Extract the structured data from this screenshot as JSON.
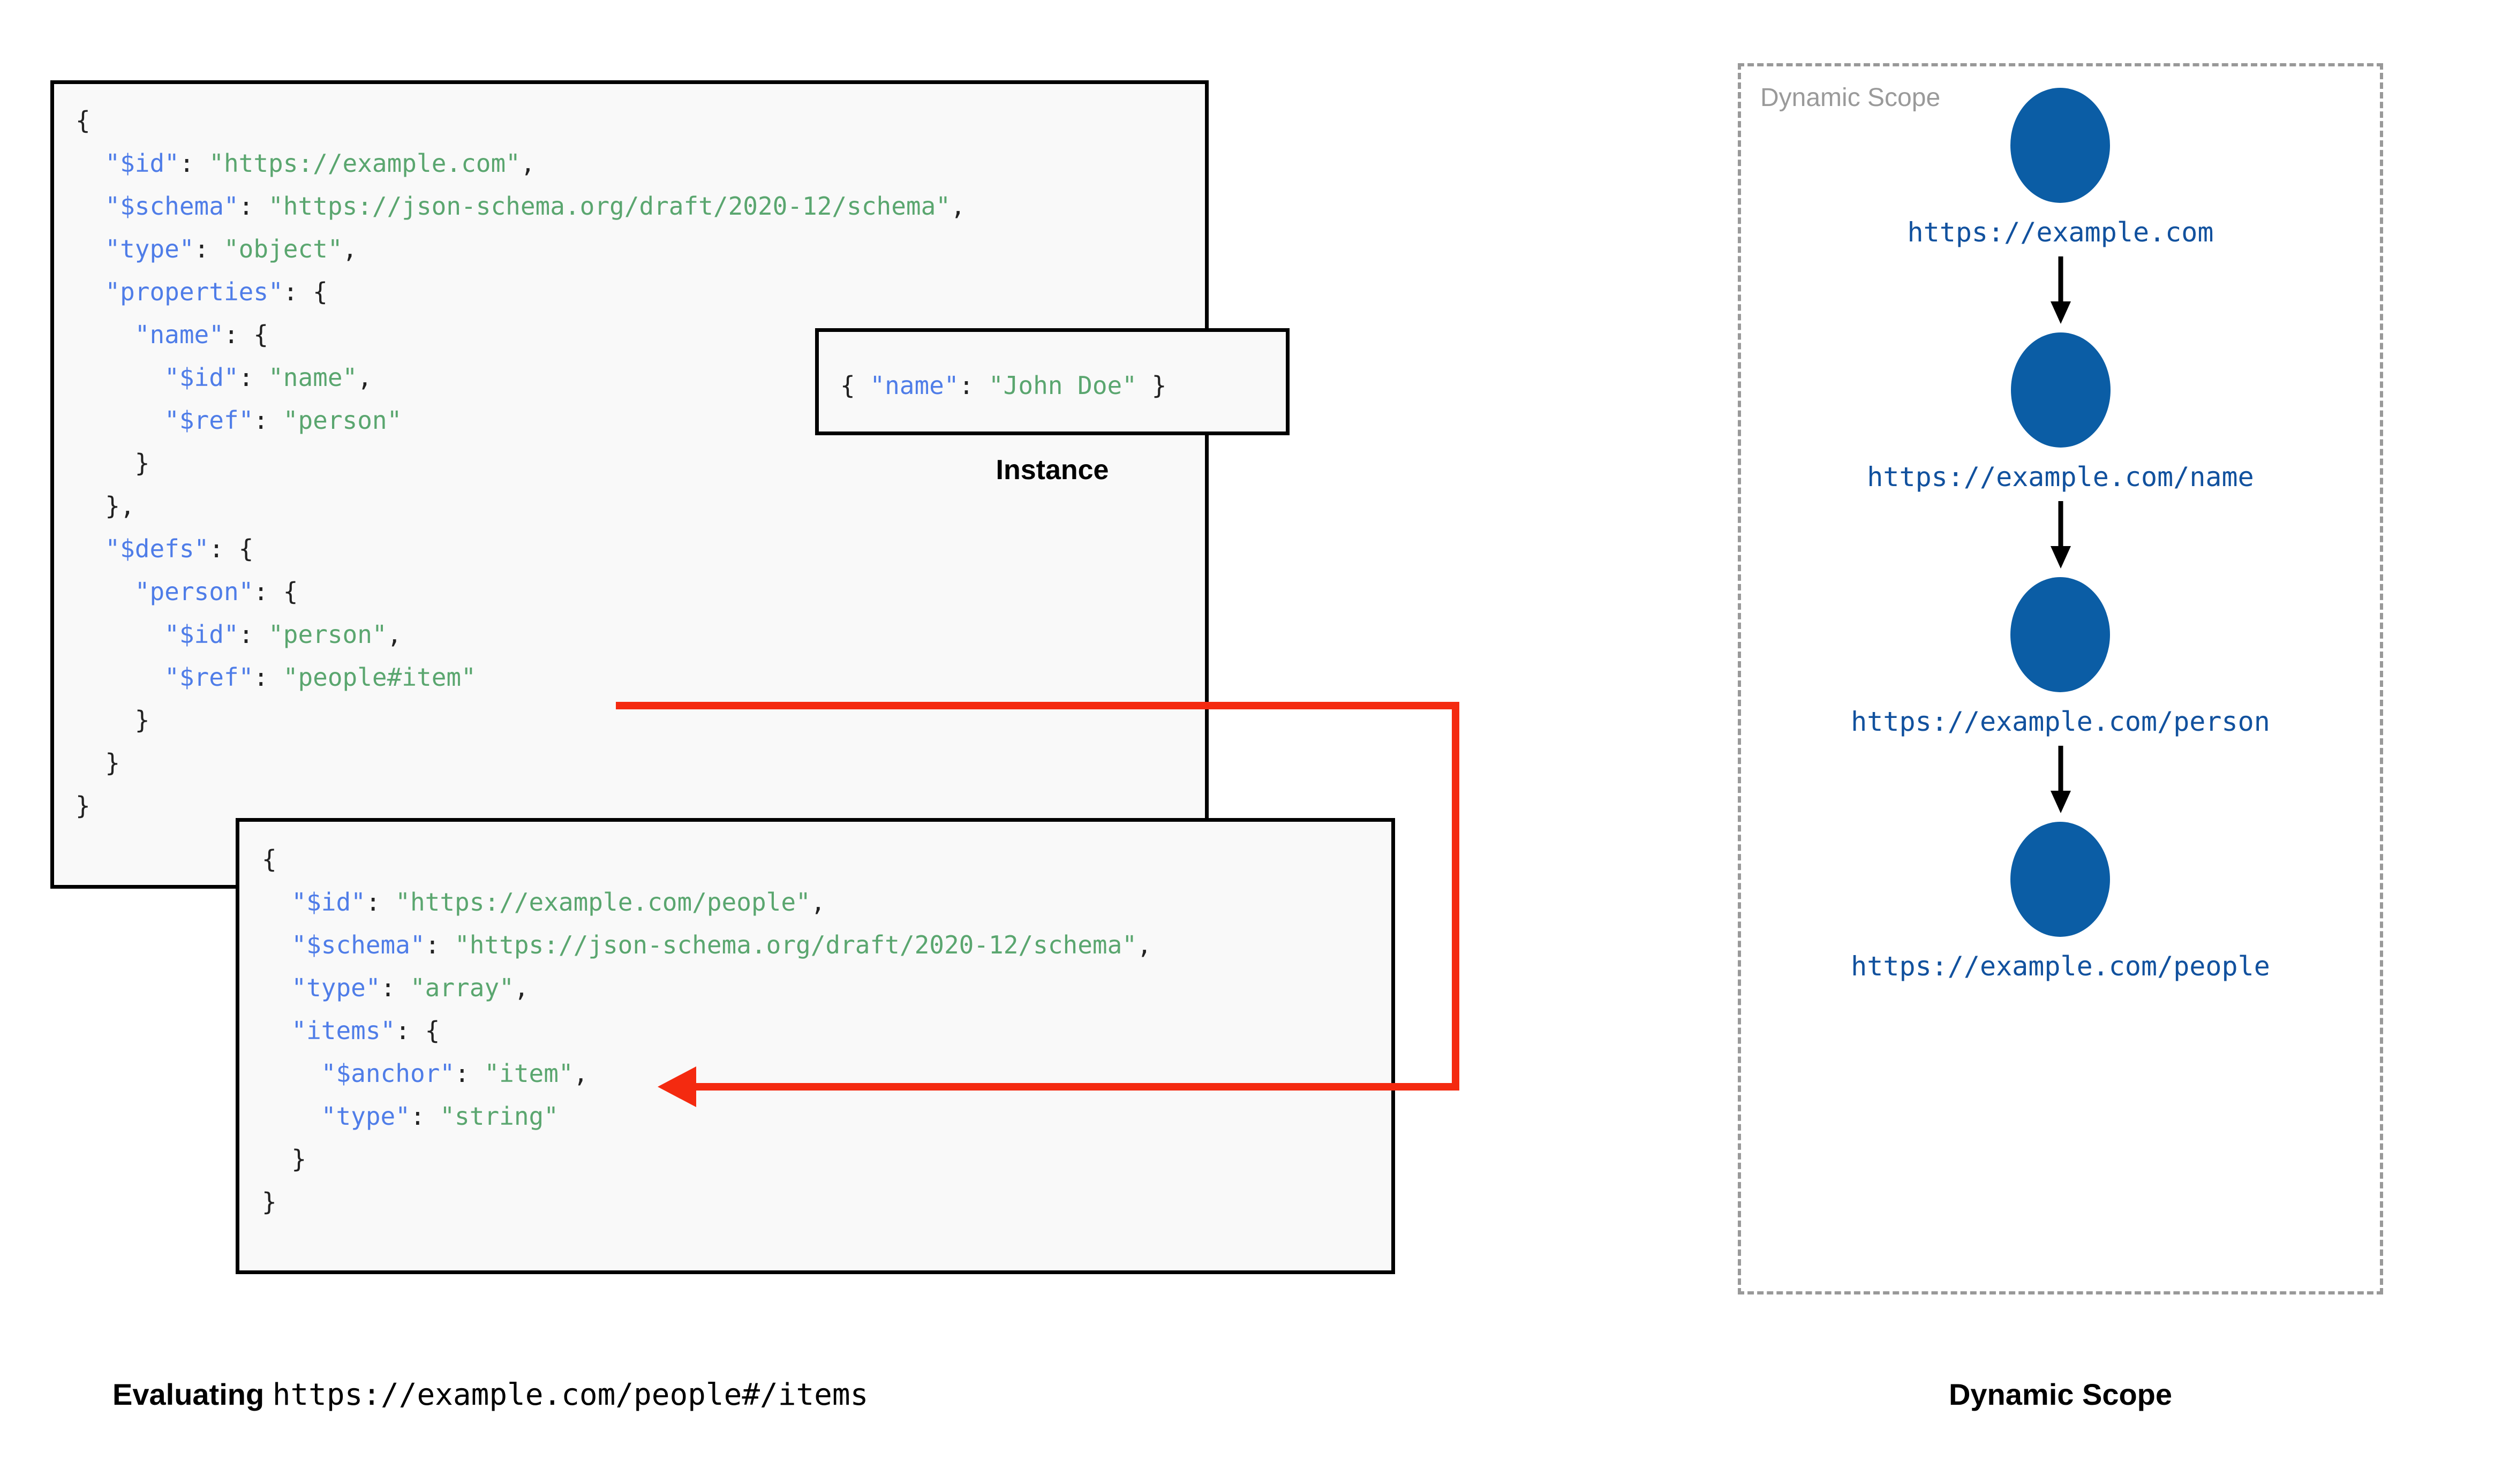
{
  "colors": {
    "key": "#4f7de8",
    "string": "#5aa66f",
    "punctuation": "#222222",
    "node_fill": "#0b5da5",
    "node_label": "#11519e",
    "arrow_red": "#f42a10",
    "box_border": "#000000",
    "box_fill": "#f9f9f9",
    "dashed_border": "#999999",
    "scope_panel_label": "#9a9a9a"
  },
  "schema_box": {
    "name": "root-schema",
    "code": "{\n  \"$id\": \"https://example.com\",\n  \"$schema\": \"https://json-schema.org/draft/2020-12/schema\",\n  \"type\": \"object\",\n  \"properties\": {\n    \"name\": {\n      \"$id\": \"name\",\n      \"$ref\": \"person\"\n    }\n  },\n  \"$defs\": {\n    \"person\": {\n      \"$id\": \"person\",\n      \"$ref\": \"people#item\"\n    }\n  }\n}",
    "tokens": [
      {
        "t": "{",
        "c": "p"
      },
      {
        "t": "\"$id\"",
        "c": "k"
      },
      {
        "t": "\"https://example.com\"",
        "c": "s"
      },
      {
        "t": "\"$schema\"",
        "c": "k"
      },
      {
        "t": "\"https://json-schema.org/draft/2020-12/schema\"",
        "c": "s"
      },
      {
        "t": "\"type\"",
        "c": "k"
      },
      {
        "t": "\"object\"",
        "c": "s"
      },
      {
        "t": "\"properties\"",
        "c": "k"
      },
      {
        "t": "\"name\"",
        "c": "k"
      },
      {
        "t": "\"$id\"",
        "c": "k"
      },
      {
        "t": "\"name\"",
        "c": "s"
      },
      {
        "t": "\"$ref\"",
        "c": "k"
      },
      {
        "t": "\"person\"",
        "c": "s"
      },
      {
        "t": "\"$defs\"",
        "c": "k"
      },
      {
        "t": "\"person\"",
        "c": "k"
      },
      {
        "t": "\"$id\"",
        "c": "k"
      },
      {
        "t": "\"person\"",
        "c": "s"
      },
      {
        "t": "\"$ref\"",
        "c": "k"
      },
      {
        "t": "\"people#item\"",
        "c": "s"
      }
    ]
  },
  "instance_box": {
    "name": "instance",
    "code": "{ \"name\": \"John Doe\" }",
    "key": "\"name\"",
    "value": "\"John Doe\"",
    "caption": "Instance"
  },
  "people_box": {
    "name": "people-schema",
    "code": "{\n  \"$id\": \"https://example.com/people\",\n  \"$schema\": \"https://json-schema.org/draft/2020-12/schema\",\n  \"type\": \"array\",\n  \"items\": {\n    \"$anchor\": \"item\",\n    \"type\": \"string\"\n  }\n}",
    "tokens": [
      {
        "t": "\"$id\"",
        "c": "k"
      },
      {
        "t": "\"https://example.com/people\"",
        "c": "s"
      },
      {
        "t": "\"$schema\"",
        "c": "k"
      },
      {
        "t": "\"https://json-schema.org/draft/2020-12/schema\"",
        "c": "s"
      },
      {
        "t": "\"type\"",
        "c": "k"
      },
      {
        "t": "\"array\"",
        "c": "s"
      },
      {
        "t": "\"items\"",
        "c": "k"
      },
      {
        "t": "\"$anchor\"",
        "c": "k"
      },
      {
        "t": "\"item\"",
        "c": "s"
      },
      {
        "t": "\"type\"",
        "c": "k"
      },
      {
        "t": "\"string\"",
        "c": "s"
      }
    ]
  },
  "reference_arrow": {
    "name": "ref-resolution-arrow",
    "from": "\"$ref\": \"people#item\"",
    "to": "\"$anchor\": \"item\""
  },
  "scope_panel": {
    "label": "Dynamic Scope",
    "nodes": [
      {
        "label": "https://example.com"
      },
      {
        "label": "https://example.com/name"
      },
      {
        "label": "https://example.com/person"
      },
      {
        "label": "https://example.com/people"
      }
    ]
  },
  "captions": {
    "evaluating_prefix": "Evaluating ",
    "evaluating_uri": "https://example.com/people#/items",
    "dynamic_scope": "Dynamic Scope"
  }
}
